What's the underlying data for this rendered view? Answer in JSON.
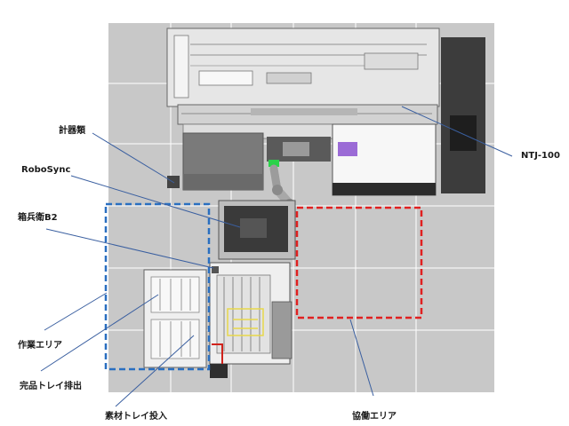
{
  "labels": {
    "instruments": "計器類",
    "robosync": "RoboSync",
    "hakobe": "箱兵衛B2",
    "work_area": "作業エリア",
    "finished_tray_out": "完品トレイ排出",
    "material_tray_in": "素材トレイ投入",
    "collab_area": "協働エリア",
    "machine": "NTJ-100"
  },
  "colors": {
    "floor": "#c8c8c8",
    "grid": "#ffffff",
    "work_area_border": "#2a6fc0",
    "collab_area_border": "#e02020",
    "leader": "#3a5fa0",
    "machine_body": "#e3e3e3",
    "machine_dark": "#4a4a4a",
    "accent_green": "#2bd24a",
    "accent_purple": "#9b6bd6",
    "accent_yellow": "#e8d84a",
    "accent_red": "#d0231c"
  }
}
